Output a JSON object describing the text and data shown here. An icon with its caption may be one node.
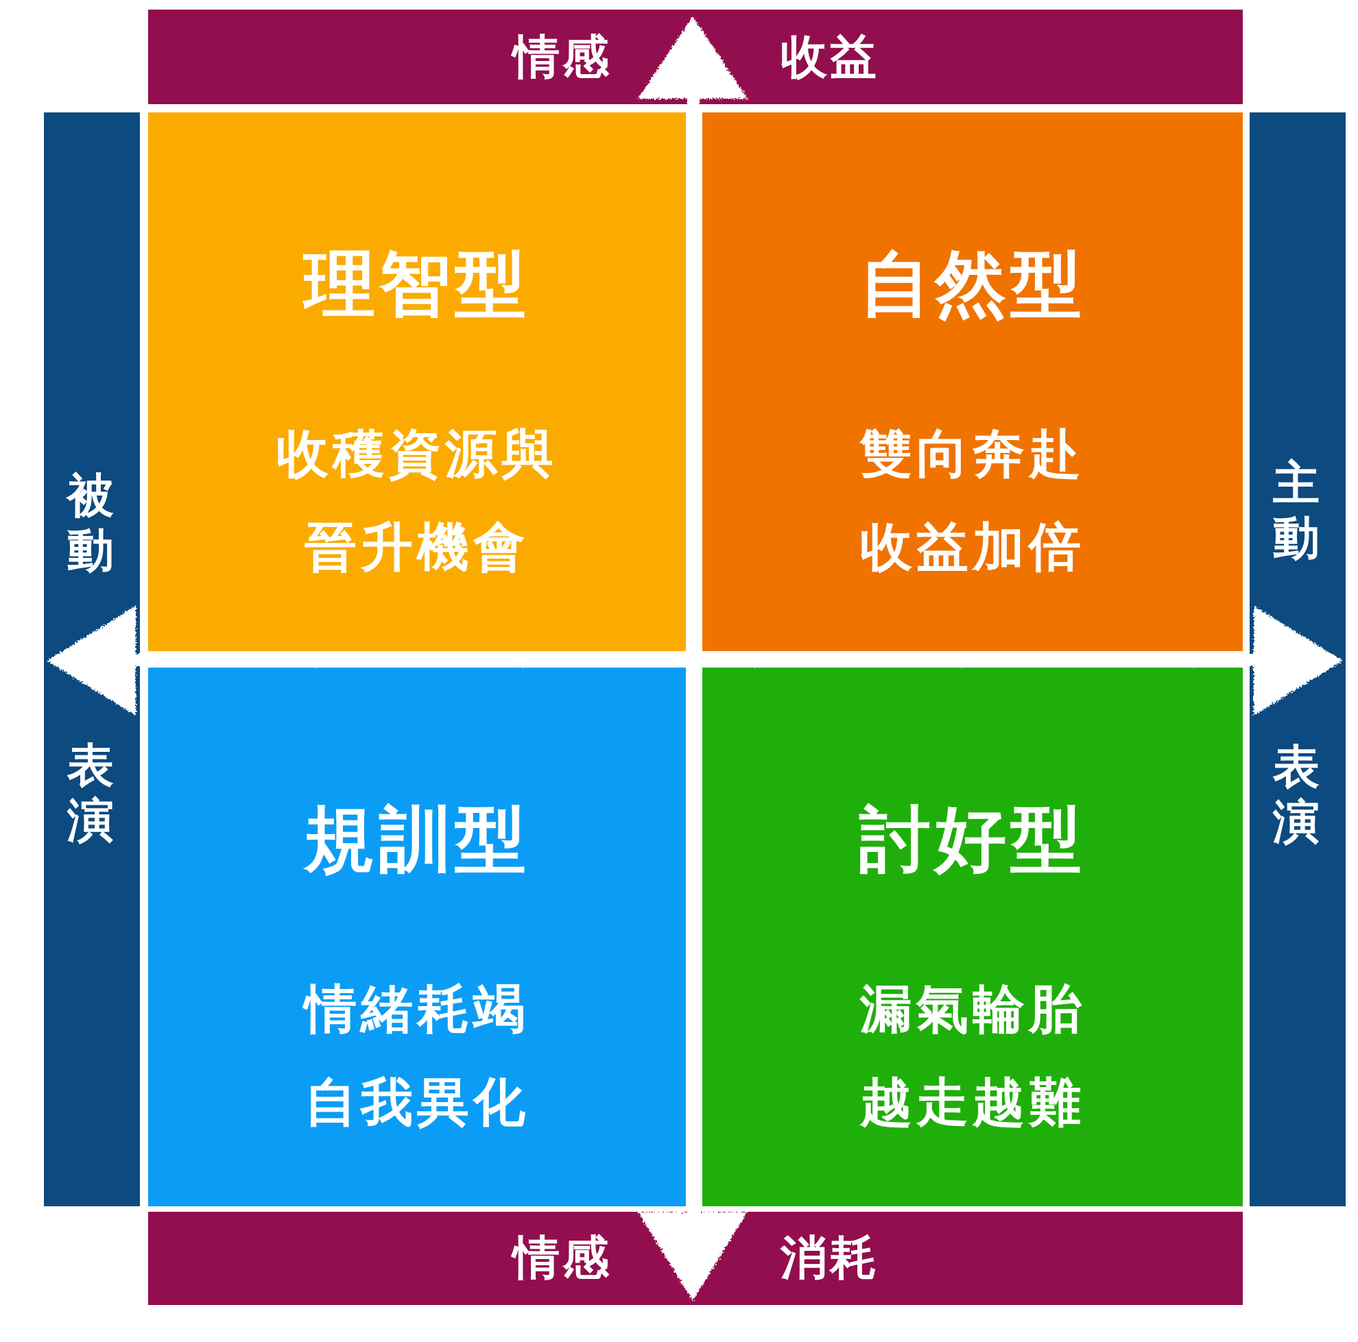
{
  "diagram": {
    "nodes": [
      {
        "text": [
          "情感",
          "收益"
        ]
      },
      {
        "text": [
          "被動",
          "表演"
        ]
      },
      {
        "text": [
          "理智型",
          "收穫資源與晉升機會"
        ]
      },
      {
        "text": [
          "自然型",
          "雙向奔赴收益加倍"
        ]
      },
      {
        "text": [
          "主動",
          "表演"
        ]
      },
      {
        "text": [
          "規訓型",
          "情緒耗竭自我異化"
        ]
      },
      {
        "text": [
          "討好型",
          "漏氣輪胎越走越難"
        ]
      },
      {
        "text": [
          "情感",
          "消耗"
        ]
      }
    ]
  }
}
